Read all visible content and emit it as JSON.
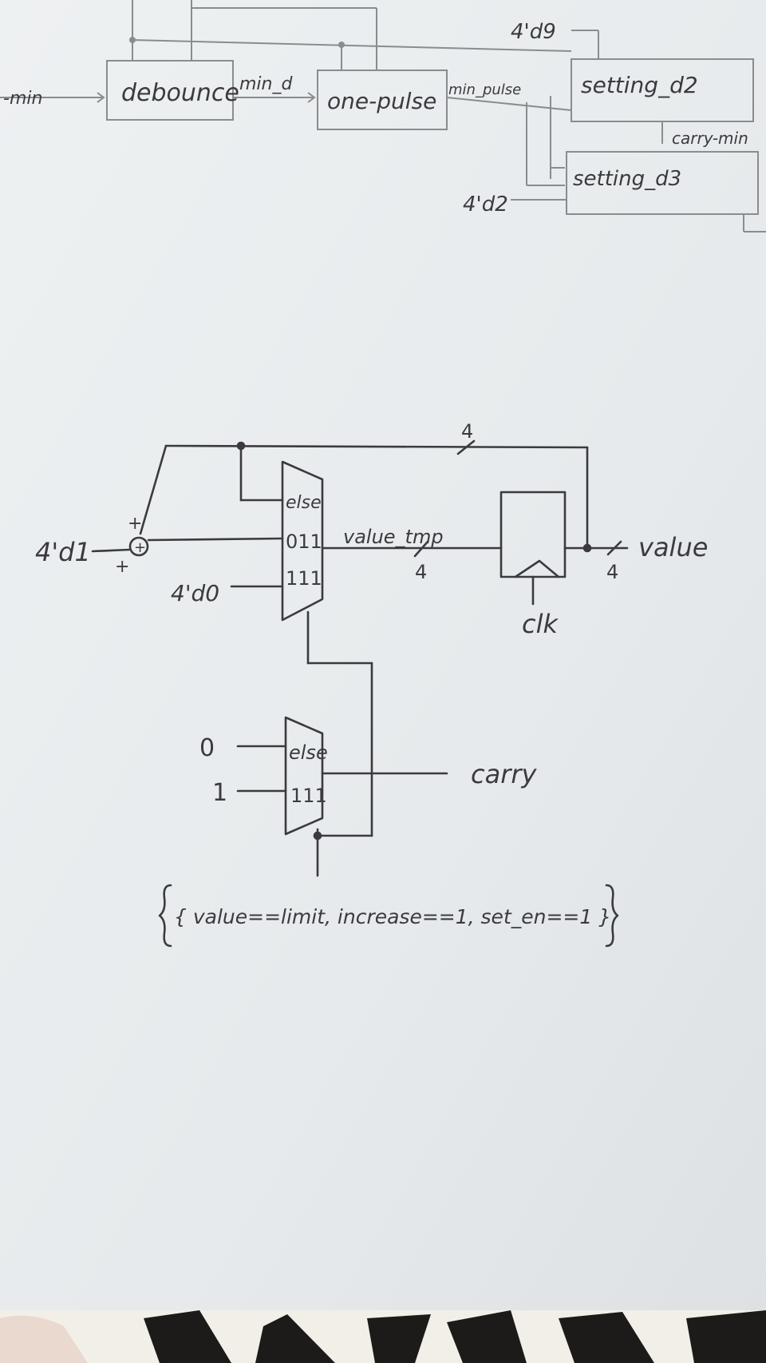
{
  "top_diagram": {
    "input_label": "-min",
    "debounce_label": "debounce",
    "min_d_label": "min_d",
    "one_pulse_label": "one-pulse",
    "min_pulse_label": "min_pulse",
    "setting_d2_label": "setting_d2",
    "setting_d3_label": "setting_d3",
    "const_4d9": "4'd9",
    "const_4d2": "4'd2",
    "carry_min_label": "carry-min"
  },
  "circuit": {
    "input_4d1": "4'd1",
    "plus_top": "+",
    "plus_bottom": "+",
    "adder_symbol": "+",
    "input_4d0": "4'd0",
    "mux1_else": "else",
    "mux1_sel_011": "011",
    "mux1_sel_111": "111",
    "value_tmp_label": "value_tmp",
    "bus_width_top": "4",
    "bus_width_mid": "4",
    "bus_width_out": "4",
    "value_label": "value",
    "clk_label": "clk",
    "mux2_in0": "0",
    "mux2_in1": "1",
    "mux2_else": "else",
    "mux2_sel_111": "111",
    "carry_label": "carry",
    "select_expression": "{ value==limit, increase==1, set_en==1 }"
  },
  "colors": {
    "paper": "#e8ecee",
    "ink": "#3c3a3f",
    "pencil": "#8a8c8e",
    "background": "#2a2622"
  }
}
